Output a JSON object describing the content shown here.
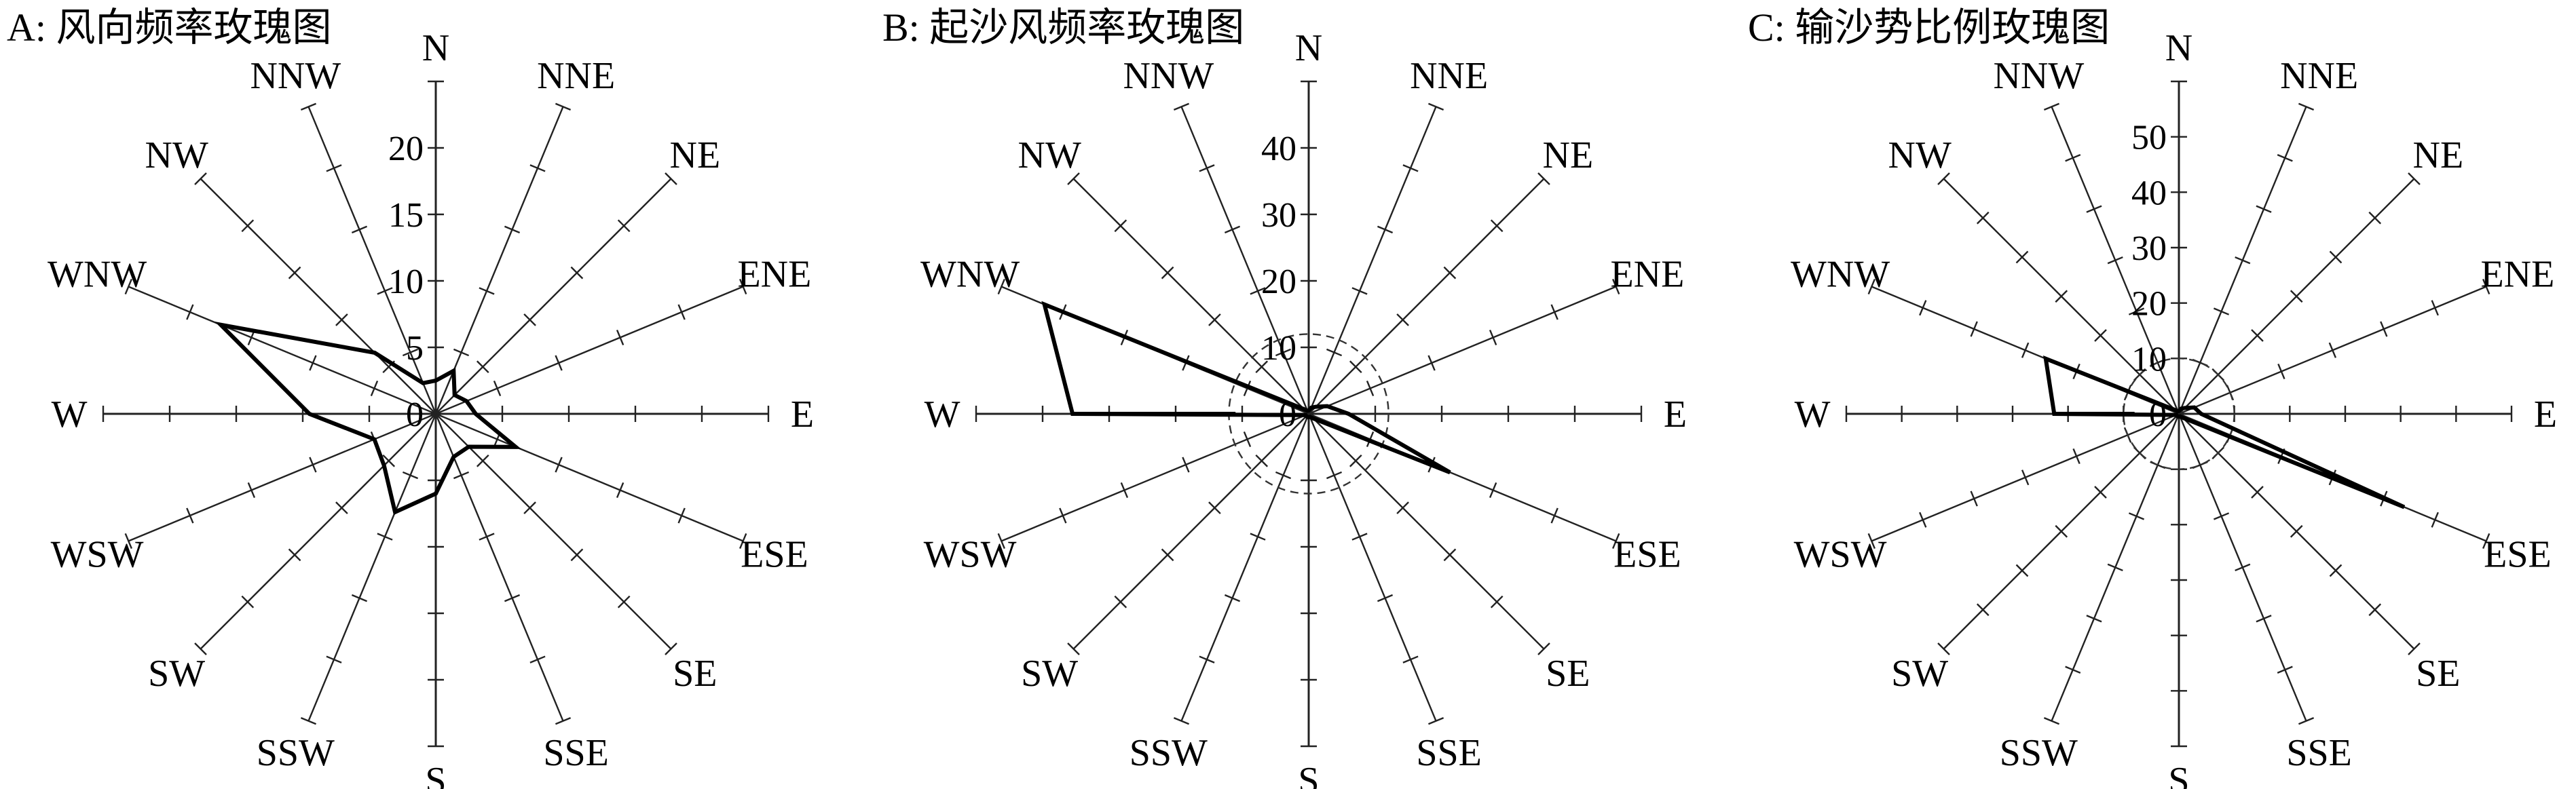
{
  "figure": {
    "directions": [
      "N",
      "NNE",
      "NE",
      "ENE",
      "E",
      "ESE",
      "SE",
      "SSE",
      "S",
      "SSW",
      "SW",
      "WSW",
      "W",
      "WNW",
      "NW",
      "NNW"
    ]
  },
  "chart_data": [
    {
      "type": "radar",
      "title": "A: 风向频率玫瑰图",
      "rmax": 25,
      "tick_step": 5,
      "tick_labels": [
        "0",
        "5",
        "10",
        "15",
        "20"
      ],
      "tick_label_values": [
        0,
        5,
        10,
        15,
        20
      ],
      "center_circle_radius": 0,
      "series": [
        {
          "values": [
            2.5,
            3.5,
            2.0,
            2.5,
            3.0,
            6.5,
            3.5,
            3.5,
            6.0,
            8.0,
            5.5,
            5.0,
            9.5,
            17.5,
            6.5,
            2.5
          ]
        }
      ]
    },
    {
      "type": "radar",
      "title": "B: 起沙风频率玫瑰图",
      "rmax": 50,
      "tick_step": 10,
      "tick_labels": [
        "0",
        "10",
        "20",
        "30",
        "40"
      ],
      "tick_label_values": [
        0,
        10,
        20,
        30,
        40
      ],
      "center_circle_radius": 12,
      "series": [
        {
          "values": [
            0.5,
            1.0,
            1.5,
            3.0,
            6.0,
            23.0,
            1.0,
            0.5,
            0.5,
            0.5,
            0.5,
            0.5,
            35.5,
            43.0,
            1.0,
            0.5
          ],
          "extra_points": [
            {
              "direction": "W",
              "value": 11.0
            }
          ]
        }
      ]
    },
    {
      "type": "radar",
      "title": "C: 输沙势比例玫瑰图",
      "rmax": 60,
      "tick_step": 10,
      "tick_labels": [
        "0",
        "10",
        "20",
        "30",
        "40",
        "50"
      ],
      "tick_label_values": [
        0,
        10,
        20,
        30,
        40,
        50
      ],
      "center_circle_radius": 10,
      "series": [
        {
          "values": [
            0.5,
            1.0,
            1.5,
            3.0,
            4.0,
            44.0,
            1.0,
            0.5,
            0.5,
            0.5,
            0.5,
            0.5,
            22.5,
            26.0,
            1.0,
            0.5
          ],
          "extra_points": [
            {
              "direction": "W",
              "value": 8.0
            }
          ]
        }
      ]
    }
  ]
}
